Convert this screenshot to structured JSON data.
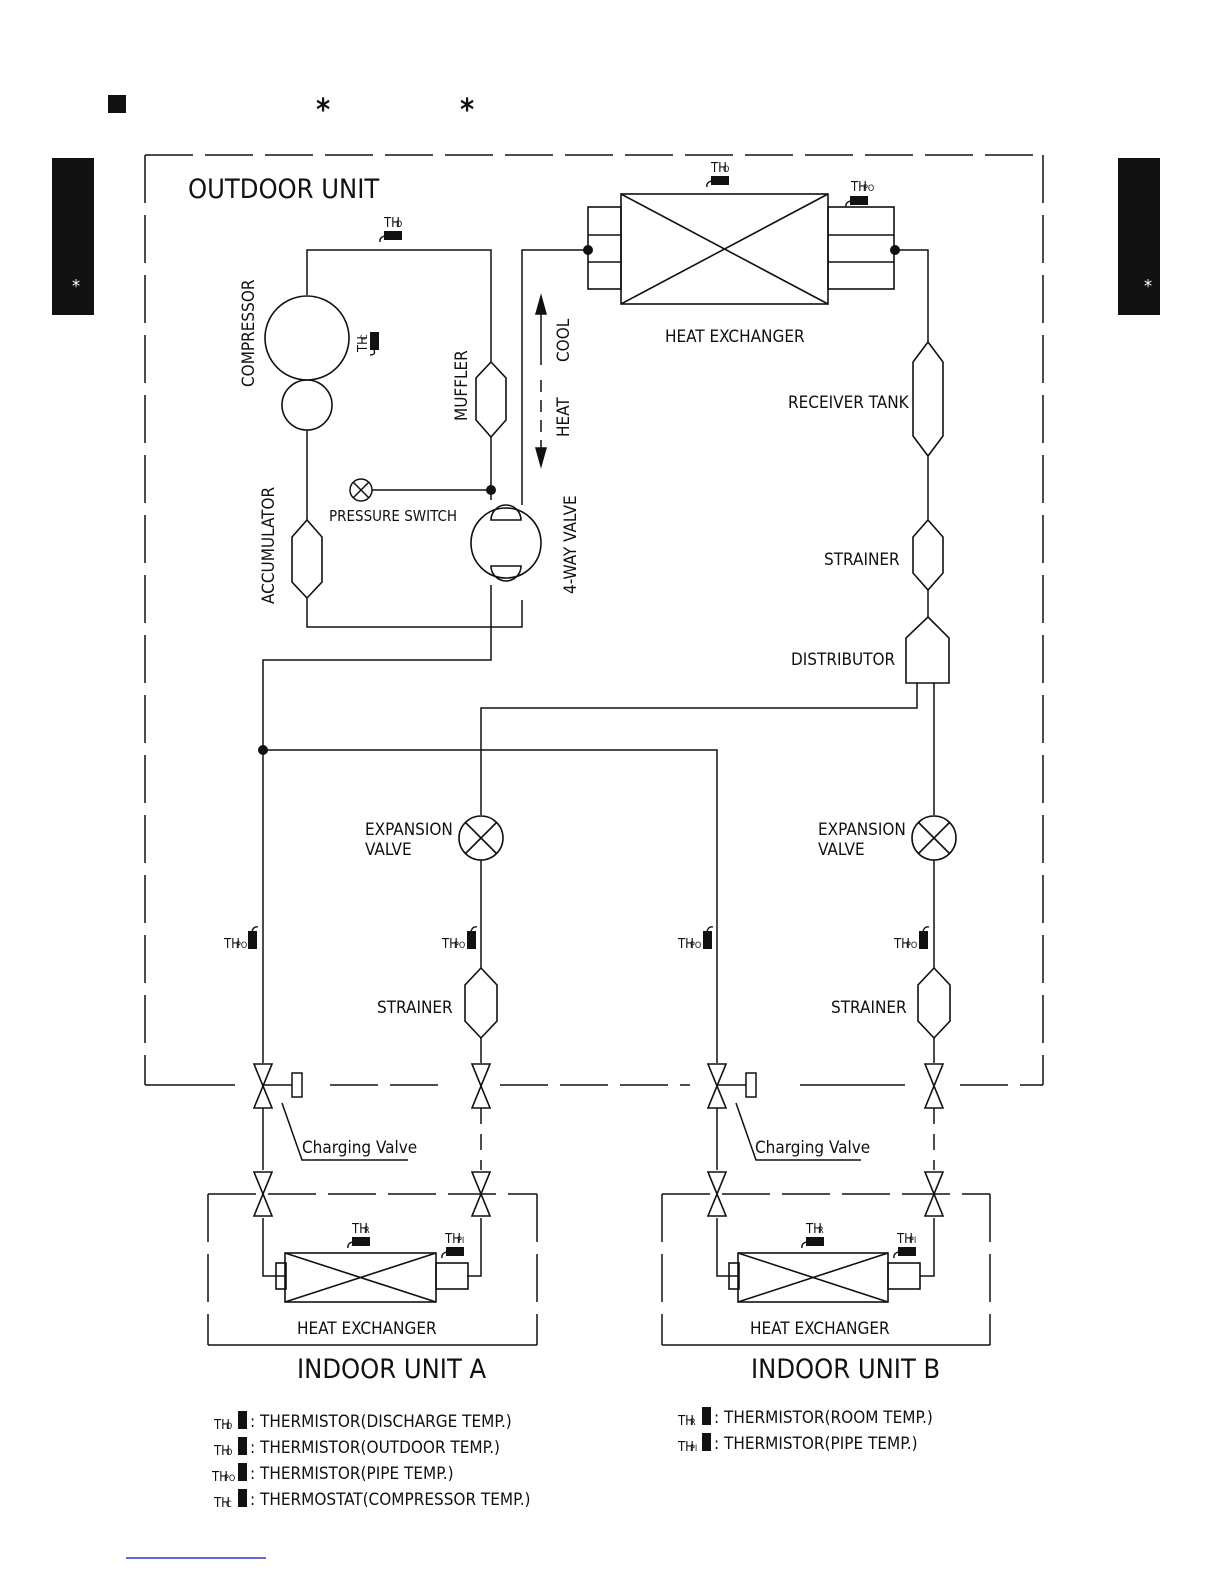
{
  "header": {
    "asterisk_1": "*",
    "asterisk_2": "*"
  },
  "side_tabs": {
    "left": "*",
    "right": "*"
  },
  "units": {
    "outdoor": "OUTDOOR UNIT",
    "indoor_a": "INDOOR UNIT A",
    "indoor_b": "INDOOR UNIT B"
  },
  "components": {
    "compressor": "COMPRESSOR",
    "accumulator": "ACCUMULATOR",
    "muffler": "MUFFLER",
    "pressure_switch": "PRESSURE SWITCH",
    "four_way_valve": "4-WAY VALVE",
    "cool": "COOL",
    "heat": "HEAT",
    "heat_exchanger": "HEAT EXCHANGER",
    "receiver_tank": "RECEIVER TANK",
    "strainer": "STRAINER",
    "distributor": "DISTRIBUTOR",
    "expansion_valve_line1": "EXPANSION",
    "expansion_valve_line2": "VALVE",
    "charging_valve": "Charging Valve"
  },
  "sensors": {
    "th_prefix": "TH",
    "d": "D",
    "o": "O",
    "c": "C",
    "po": "PO",
    "r": "R",
    "pi": "PI"
  },
  "legend": {
    "left": [
      {
        "code": "D",
        "text": ": THERMISTOR(DISCHARGE TEMP.)"
      },
      {
        "code": "O",
        "text": ": THERMISTOR(OUTDOOR TEMP.)"
      },
      {
        "code": "PO",
        "text": ": THERMISTOR(PIPE TEMP.)"
      },
      {
        "code": "C",
        "text": ": THERMOSTAT(COMPRESSOR TEMP.)"
      }
    ],
    "right": [
      {
        "code": "R",
        "text": ": THERMISTOR(ROOM TEMP.)"
      },
      {
        "code": "PI",
        "text": ": THERMISTOR(PIPE TEMP.)"
      }
    ]
  },
  "colors": {
    "ink": "#111111",
    "footer_rule": "#3333cc"
  }
}
